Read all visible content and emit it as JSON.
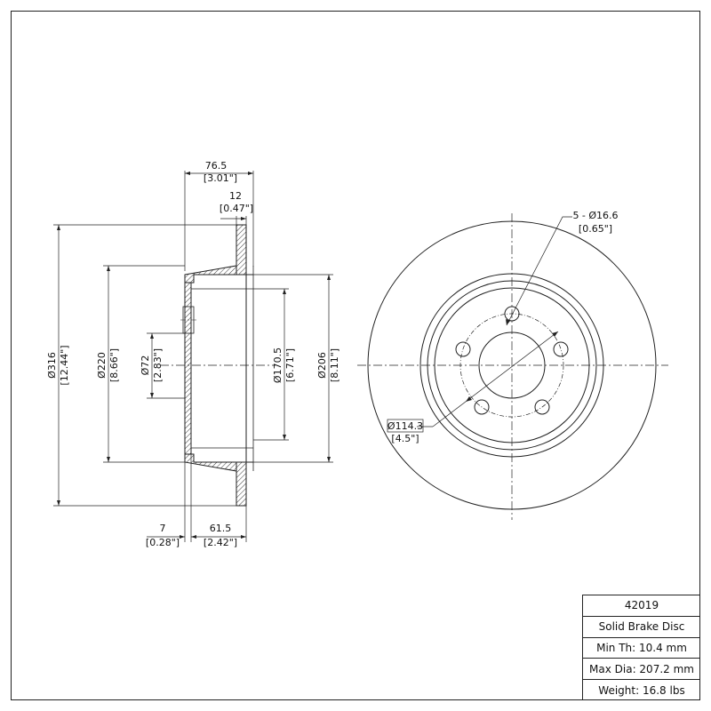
{
  "side_view": {
    "width_overall": "76.5",
    "width_overall_in": "[3.01\"]",
    "rotor_thickness": "12",
    "rotor_thickness_in": "[0.47\"]",
    "outer_diameter": "Ø316",
    "outer_diameter_in": "[12.44\"]",
    "hat_diameter": "Ø220",
    "hat_diameter_in": "[8.66\"]",
    "center_bore": "Ø72",
    "center_bore_in": "[2.83\"]",
    "inner_diameter": "Ø170.5",
    "inner_diameter_in": "[6.71\"]",
    "drum_diameter": "Ø206",
    "drum_diameter_in": "[8.11\"]",
    "hat_thickness": "7",
    "hat_thickness_in": "[0.28\"]",
    "hat_height": "61.5",
    "hat_height_in": "[2.42\"]"
  },
  "front_view": {
    "bolt_holes": "5 - Ø16.6",
    "bolt_holes_in": "[0.65\"]",
    "bolt_circle": "Ø114.3",
    "bolt_circle_in": "[4.5\"]"
  },
  "title_block": {
    "part_number": "42019",
    "description": "Solid Brake Disc",
    "min_thickness": "Min Th: 10.4 mm",
    "max_diameter": "Max Dia: 207.2 mm",
    "weight": "Weight: 16.8 lbs"
  }
}
